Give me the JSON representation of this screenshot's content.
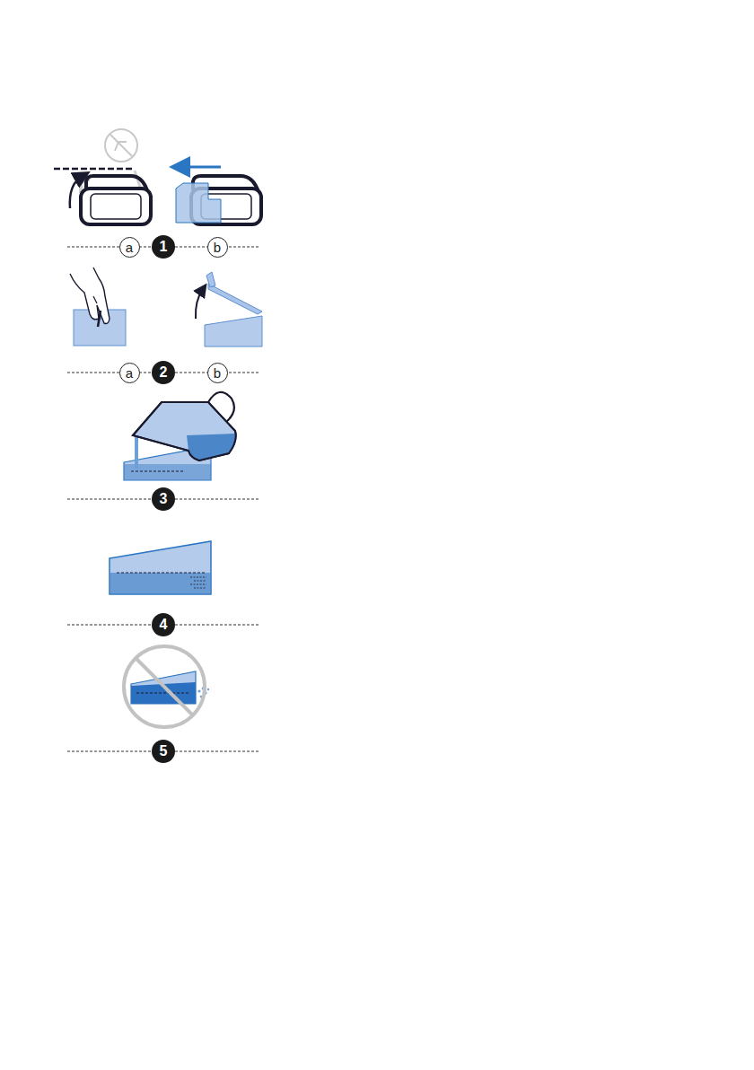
{
  "diagram": {
    "nodes": [
      {
        "text": [
          "a"
        ]
      },
      {
        "text": [
          "1"
        ]
      },
      {
        "text": [
          "b"
        ]
      },
      {
        "text": [
          "a"
        ]
      },
      {
        "text": [
          "2"
        ]
      },
      {
        "text": [
          "b"
        ]
      },
      {
        "text": [
          "3"
        ]
      },
      {
        "text": [
          "4"
        ]
      },
      {
        "text": [
          "5"
        ]
      }
    ]
  }
}
